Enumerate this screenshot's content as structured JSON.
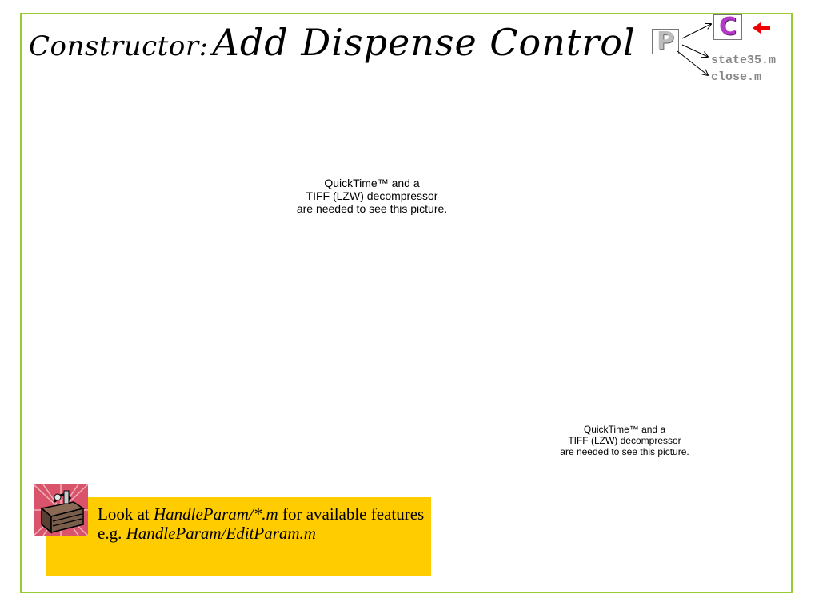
{
  "slide": {
    "title_prefix": "Constructor:",
    "title_main": "Add Dispense Control"
  },
  "nav": {
    "parent_label": "P",
    "current_label": "C",
    "files": [
      "state35.m",
      "close.m"
    ],
    "colors": {
      "current": "#b23ac6",
      "pointer": "#ee0000",
      "frame": "#99cc33"
    }
  },
  "placeholders": [
    {
      "line1": "QuickTime™ and a",
      "line2": "TIFF (LZW) decompressor",
      "line3": "are needed to see this picture."
    },
    {
      "line1": "QuickTime™ and a",
      "line2": "TIFF (LZW) decompressor",
      "line3": "are needed to see this picture."
    }
  ],
  "note": {
    "icon": "toolbox-icon",
    "line1_prefix": "Look at ",
    "line1_path": "HandleParam/*.m",
    "line1_suffix": " for available features",
    "line2_prefix": "e.g. ",
    "line2_path": "HandleParam/EditParam.m",
    "background": "#ffcc00"
  }
}
